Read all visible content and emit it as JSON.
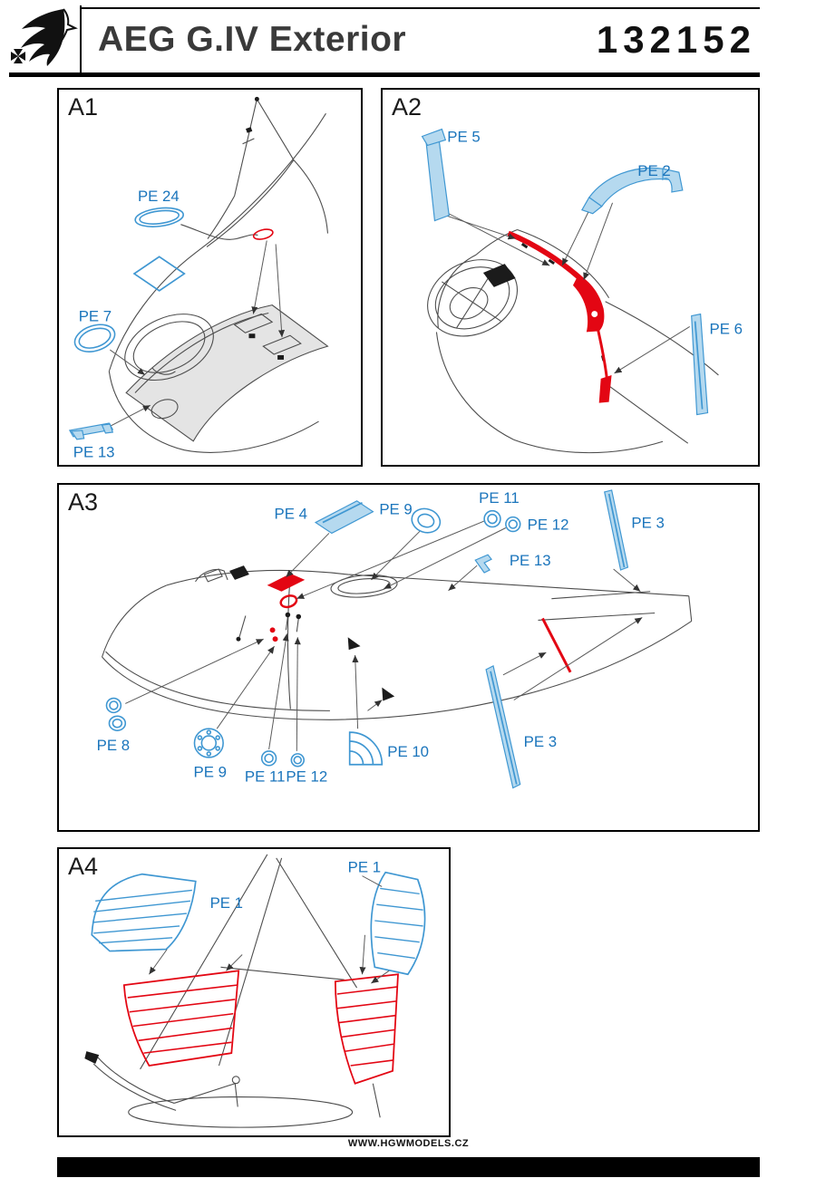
{
  "header": {
    "title": "AEG G.IV Exterior",
    "number": "132152",
    "logo_icon": "eagle-iron-cross"
  },
  "panels": {
    "a1": {
      "label": "A1",
      "pe24": "PE 24",
      "pe7": "PE 7",
      "pe13": "PE 13"
    },
    "a2": {
      "label": "A2",
      "pe5": "PE 5",
      "pe2": "PE 2",
      "pe6": "PE 6"
    },
    "a3": {
      "label": "A3",
      "pe4": "PE 4",
      "pe9_top": "PE 9",
      "pe11_top": "PE 11",
      "pe12_top": "PE 12",
      "pe13_top": "PE 13",
      "pe3_top": "PE 3",
      "pe8": "PE 8",
      "pe9_bottom": "PE 9",
      "pe11_bottom": "PE 11",
      "pe12_bottom": "PE 12",
      "pe10": "PE 10",
      "pe3_bottom": "PE 3"
    },
    "a4": {
      "label": "A4",
      "pe1_left": "PE 1",
      "pe1_right": "PE 1"
    }
  },
  "footer": {
    "website": "WWW.HGWMODELS.CZ"
  },
  "colors": {
    "pe_label_blue": "#1b75bc",
    "part_fill_blue": "#b5d9ef",
    "part_stroke_blue": "#3f97d2",
    "highlight_red": "#e30613",
    "line_art_gray": "#4d4d4d",
    "shading_gray": "#e4e4e4"
  }
}
